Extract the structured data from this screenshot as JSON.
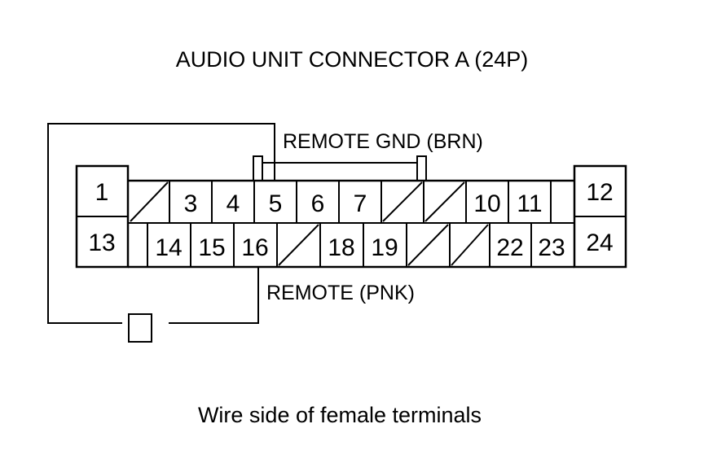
{
  "title": "AUDIO UNIT CONNECTOR A (24P)",
  "caption": "Wire side of female terminals",
  "wires": {
    "top": "REMOTE GND (BRN)",
    "bottom": "REMOTE (PNK)"
  },
  "pins": {
    "p1": "1",
    "p3": "3",
    "p4": "4",
    "p5": "5",
    "p6": "6",
    "p7": "7",
    "p10": "10",
    "p11": "11",
    "p12": "12",
    "p13": "13",
    "p14": "14",
    "p15": "15",
    "p16": "16",
    "p18": "18",
    "p19": "19",
    "p22": "22",
    "p23": "23",
    "p24": "24"
  },
  "empty_pins": [
    "2",
    "8",
    "9",
    "17",
    "20",
    "21"
  ]
}
